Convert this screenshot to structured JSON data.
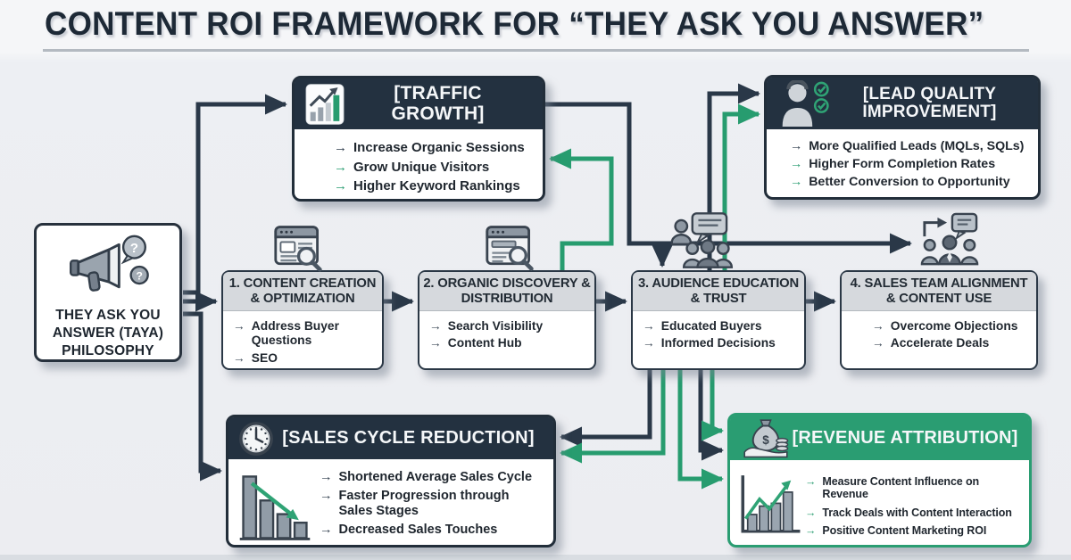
{
  "title": "CONTENT ROI FRAMEWORK FOR “THEY ASK YOU ANSWER”",
  "colors": {
    "dark_navy": "#233140",
    "green": "#279c6f",
    "header_gray": "#d6d9dd",
    "background": "#edeff3"
  },
  "philosophy": {
    "label": "THEY ASK YOU ANSWER (TAYA) PHILOSOPHY",
    "icon": "megaphone-questions-icon"
  },
  "stages": [
    {
      "title": "1. CONTENT CREATION & OPTIMIZATION",
      "icon": "webpage-search-icon",
      "items": [
        {
          "text": "Address Buyer Questions",
          "arrow": "dark"
        },
        {
          "text": "SEO",
          "arrow": "dark"
        }
      ]
    },
    {
      "title": "2. ORGANIC DISCOVERY & DISTRIBUTION",
      "icon": "webpage-search-icon",
      "items": [
        {
          "text": "Search Visibility",
          "arrow": "dark"
        },
        {
          "text": "Content Hub",
          "arrow": "dark"
        }
      ]
    },
    {
      "title": "3. AUDIENCE EDUCATION & TRUST",
      "icon": "audience-chat-icon",
      "items": [
        {
          "text": "Educated Buyers",
          "arrow": "dark"
        },
        {
          "text": "Informed Decisions",
          "arrow": "dark"
        }
      ]
    },
    {
      "title": "4. SALES TEAM ALIGNMENT & CONTENT USE",
      "icon": "sales-team-chat-icon",
      "items": [
        {
          "text": "Overcome Objections",
          "arrow": "dark"
        },
        {
          "text": "Accelerate Deals",
          "arrow": "dark"
        }
      ]
    }
  ],
  "outcomes": {
    "traffic_growth": {
      "title": "[TRAFFIC GROWTH]",
      "icon": "bar-chart-growth-icon",
      "items": [
        {
          "text": "Increase Organic Sessions",
          "arrow": "dark"
        },
        {
          "text": "Grow Unique Visitors",
          "arrow": "green"
        },
        {
          "text": "Higher Keyword Rankings",
          "arrow": "green"
        }
      ]
    },
    "lead_quality": {
      "title": "[LEAD QUALITY IMPROVEMENT]",
      "icon": "person-checkmarks-icon",
      "items": [
        {
          "text": "More Qualified Leads (MQLs, SQLs)",
          "arrow": "dark"
        },
        {
          "text": "Higher Form Completion Rates",
          "arrow": "green"
        },
        {
          "text": "Better Conversion to Opportunity",
          "arrow": "green"
        }
      ]
    },
    "sales_cycle": {
      "title": "[SALES CYCLE REDUCTION]",
      "icon": "clock-icon",
      "body_icon": "declining-bars-icon",
      "items": [
        {
          "text": "Shortened Average Sales Cycle",
          "arrow": "dark"
        },
        {
          "text": "Faster Progression through Sales Stages",
          "arrow": "dark"
        },
        {
          "text": "Decreased Sales Touches",
          "arrow": "dark"
        }
      ]
    },
    "revenue": {
      "title": "[REVENUE ATTRIBUTION]",
      "icon": "money-bag-hand-icon",
      "body_icon": "rising-bars-icon",
      "items": [
        {
          "text": "Measure Content Influence on Revenue",
          "arrow": "green"
        },
        {
          "text": "Track Deals with Content Interaction",
          "arrow": "green"
        },
        {
          "text": "Positive Content Marketing ROI",
          "arrow": "green"
        }
      ]
    }
  }
}
